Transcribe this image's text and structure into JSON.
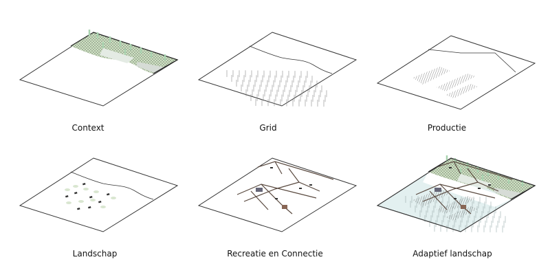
{
  "panels": [
    {
      "label": "Context"
    },
    {
      "label": "Grid"
    },
    {
      "label": "Productie"
    },
    {
      "label": "Landschap"
    },
    {
      "label": "Recreatie en Connectie"
    },
    {
      "label": "Adaptief landschap"
    }
  ],
  "colors": {
    "outline": "#333333",
    "green": "#cfe3c3",
    "tree": "#a9d3b0",
    "water": "#e3f0f0",
    "hatch": "#555555",
    "dark": "#333333"
  }
}
